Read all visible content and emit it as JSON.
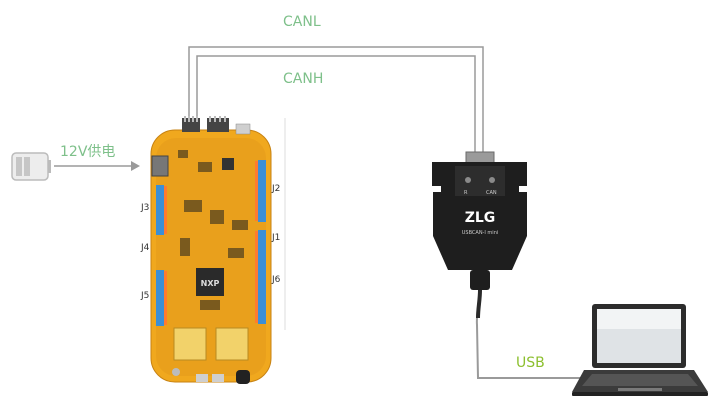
{
  "labels": {
    "canl": "CANL",
    "canh": "CANH",
    "power": "12V供电",
    "usb": "USB"
  },
  "board": {
    "headers": [
      "J3",
      "J4",
      "J5",
      "J2",
      "J1",
      "J6"
    ],
    "chip_logo": "NXP"
  },
  "adapter": {
    "logo": "ZLG",
    "model": "USBCAN-I mini",
    "led_left": "R",
    "led_right": "CAN"
  },
  "colors": {
    "can_label": "#7ec08a",
    "power_label": "#7ec08a",
    "usb_label": "#8cbf2e",
    "wire": "#9a9a9a",
    "board": "#f0a81e"
  },
  "icons": {
    "battery": "battery-icon",
    "laptop": "laptop-icon"
  }
}
